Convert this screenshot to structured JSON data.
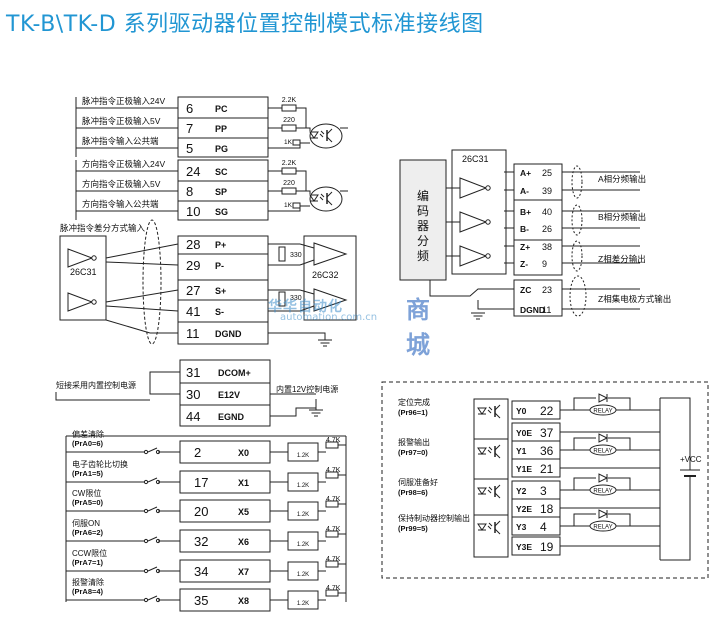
{
  "title": "TK-B\\TK-D 系列驱动器位置控制模式标准接线图",
  "pulse_block": {
    "rows": [
      {
        "label": "脉冲指令正极输入24V",
        "pin": "6",
        "sig": "PC"
      },
      {
        "label": "脉冲指令正极输入5V",
        "pin": "7",
        "sig": "PP"
      },
      {
        "label": "脉冲指令输入公共端",
        "pin": "5",
        "sig": "PG"
      },
      {
        "label": "方向指令正极输入24V",
        "pin": "24",
        "sig": "SC"
      },
      {
        "label": "方向指令正极输入5V",
        "pin": "8",
        "sig": "SP"
      },
      {
        "label": "方向指令输入公共端",
        "pin": "10",
        "sig": "SG"
      }
    ],
    "resistors": [
      "2.2K",
      "220",
      "1K",
      "2.2K",
      "220",
      "1K"
    ]
  },
  "diff_block": {
    "label": "脉冲指令差分方式输入",
    "chip_left": "26C31",
    "chip_right": "26C32",
    "resistor": "330",
    "rows": [
      {
        "pin": "28",
        "sig": "P+"
      },
      {
        "pin": "29",
        "sig": "P-"
      },
      {
        "pin": "27",
        "sig": "S+"
      },
      {
        "pin": "41",
        "sig": "S-"
      },
      {
        "pin": "11",
        "sig": "DGND"
      }
    ]
  },
  "encoder_block": {
    "box_label": [
      "编",
      "码",
      "器",
      "分",
      "频"
    ],
    "chip": "26C31",
    "rows": [
      {
        "sig": "A+",
        "pin": "25"
      },
      {
        "sig": "A-",
        "pin": "39"
      },
      {
        "sig": "B+",
        "pin": "40"
      },
      {
        "sig": "B-",
        "pin": "26"
      },
      {
        "sig": "Z+",
        "pin": "38"
      },
      {
        "sig": "Z-",
        "pin": "9"
      },
      {
        "sig": "ZC",
        "pin": "23"
      },
      {
        "sig": "DGND",
        "pin": "11"
      }
    ],
    "outputs": [
      "A相分频输出",
      "B相分频输出",
      "Z相差分输出",
      "Z相集电极方式输出"
    ]
  },
  "power_block": {
    "short_label": "短接采用内置控制电源",
    "internal_label": "内置12V控制电源",
    "rows": [
      {
        "pin": "31",
        "sig": "DCOM+"
      },
      {
        "pin": "30",
        "sig": "E12V"
      },
      {
        "pin": "44",
        "sig": "EGND"
      }
    ]
  },
  "input_block": {
    "resistor": "4.7K",
    "opto_resistor": "1.2K",
    "rows": [
      {
        "name": "偏差清除",
        "param": "(PrA0=6)",
        "pin": "2",
        "sig": "X0"
      },
      {
        "name": "电子齿轮比切换",
        "param": "(PrA1=5)",
        "pin": "17",
        "sig": "X1"
      },
      {
        "name": "CW限位",
        "param": "(PrA5=0)",
        "pin": "20",
        "sig": "X5"
      },
      {
        "name": "伺服ON",
        "param": "(PrA6=2)",
        "pin": "32",
        "sig": "X6"
      },
      {
        "name": "CCW限位",
        "param": "(PrA7=1)",
        "pin": "34",
        "sig": "X7"
      },
      {
        "name": "报警清除",
        "param": "(PrA8=4)",
        "pin": "35",
        "sig": "X8"
      }
    ]
  },
  "output_block": {
    "vcc": "+VCC",
    "relay": "RELAY",
    "groups": [
      {
        "name": "定位完成",
        "param": "(Pr96=1)",
        "rows": [
          {
            "sig": "Y0",
            "pin": "22"
          },
          {
            "sig": "Y0E",
            "pin": "37"
          }
        ]
      },
      {
        "name": "报警输出",
        "param": "(Pr97=0)",
        "rows": [
          {
            "sig": "Y1",
            "pin": "36"
          },
          {
            "sig": "Y1E",
            "pin": "21"
          }
        ]
      },
      {
        "name": "伺服准备好",
        "param": "(Pr98=6)",
        "rows": [
          {
            "sig": "Y2",
            "pin": "3"
          },
          {
            "sig": "Y2E",
            "pin": "18"
          }
        ]
      },
      {
        "name": "保持制动器控制输出",
        "param": "(Pr99=5)",
        "rows": [
          {
            "sig": "Y3",
            "pin": "4"
          },
          {
            "sig": "Y3E",
            "pin": "19"
          }
        ]
      }
    ]
  },
  "watermark": {
    "cn": "华华自动化",
    "url": "automation.com.cn",
    "big": "商城"
  }
}
